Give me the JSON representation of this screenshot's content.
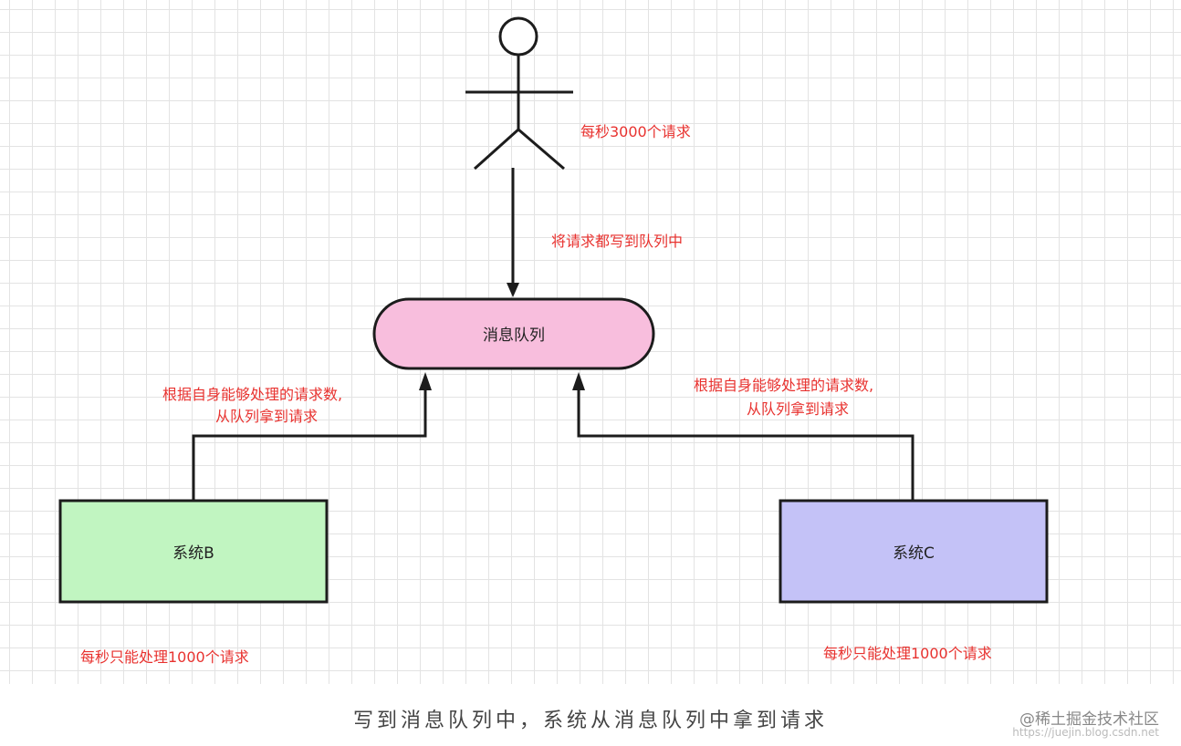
{
  "labels": {
    "rate_top": "每秒3000个请求",
    "write_to_queue": "将请求都写到队列中",
    "queue": "消息队列",
    "pull_left_line1": "根据自身能够处理的请求数,",
    "pull_left_line2": "从队列拿到请求",
    "pull_right_line1": "根据自身能够处理的请求数,",
    "pull_right_line2": "从队列拿到请求",
    "system_b": "系统B",
    "system_c": "系统C",
    "capacity_b": "每秒只能处理1000个请求",
    "capacity_c": "每秒只能处理1000个请求"
  },
  "caption": "写到消息队列中，系统从消息队列中拿到请求",
  "watermark": {
    "main": "@稀土掘金技术社区",
    "url": "https://juejin.blog.csdn.net"
  },
  "colors": {
    "annotation": "#e8322f",
    "queue_fill": "#f8bedd",
    "system_b_fill": "#c1f5c1",
    "system_c_fill": "#c4c2f7",
    "stroke": "#1c1c1c"
  }
}
